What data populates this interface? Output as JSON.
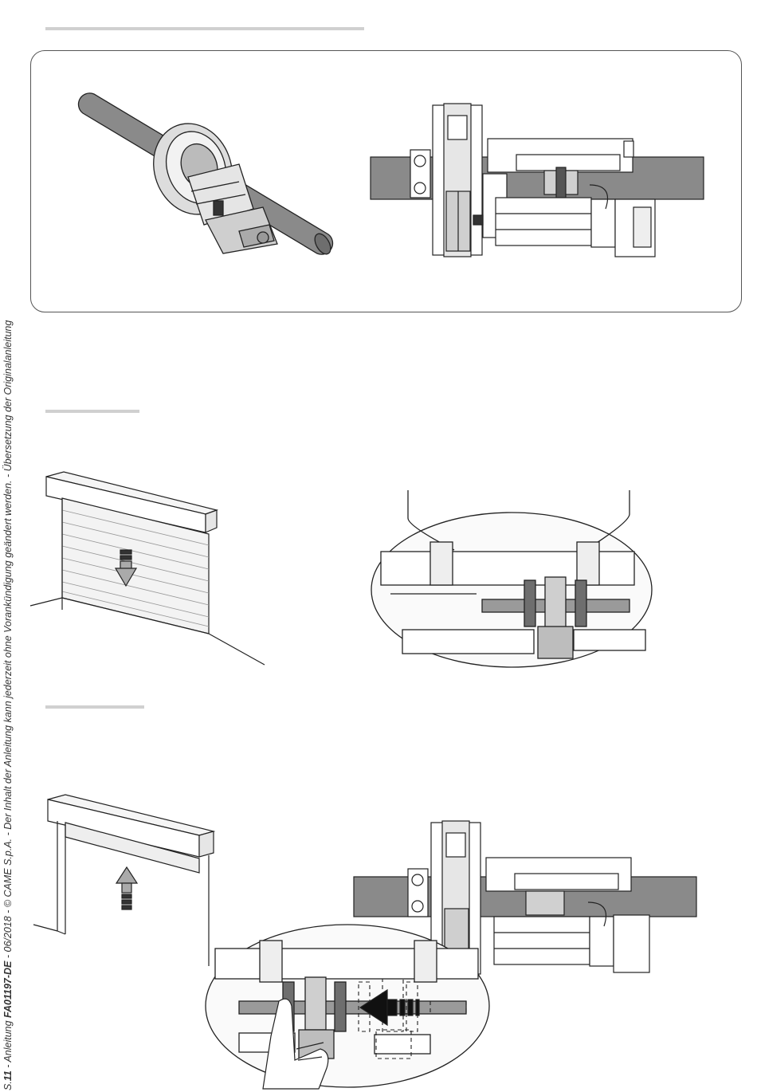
{
  "sidebar": {
    "page_prefix": "S.",
    "page_number": "11",
    "manual_label": "Anleitung",
    "manual_code": "FA01197-DE",
    "rest": "- 06/2018 - © CAME S.p.A. - Der Inhalt der Anleitung kann jederzeit ohne Vorankündigung geändert werden. - Übersetzung der Originalanleitung"
  },
  "colors": {
    "rule": "#d0d0d0",
    "line": "#222222",
    "tube": "#8a8a8a",
    "part_dark": "#6e6e6e",
    "part_light": "#bdbdbd"
  },
  "icons": [
    "arrow-down-icon",
    "arrow-up-icon",
    "arrow-left-icon",
    "hand-icon"
  ]
}
